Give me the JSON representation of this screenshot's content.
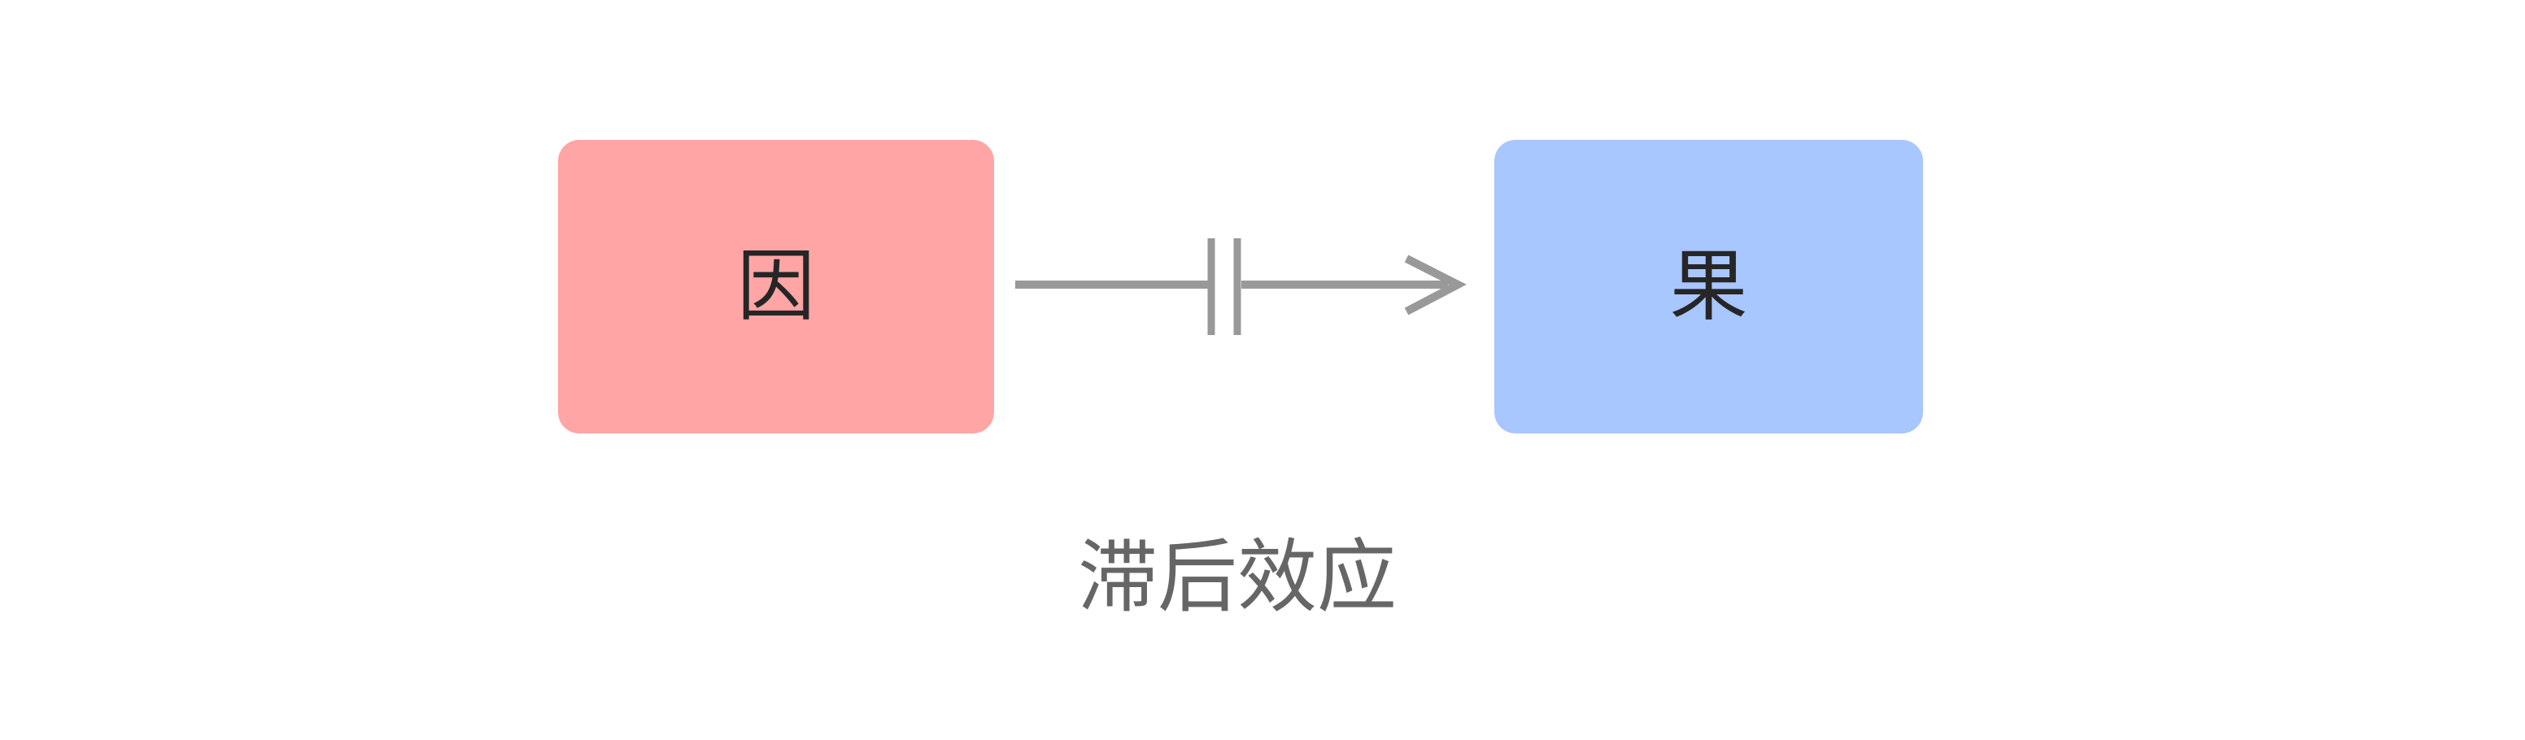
{
  "diagram": {
    "background": "#FFFFFF",
    "nodes": [
      {
        "id": "cause",
        "label": "因",
        "fill": "#FFA5A5",
        "text_color": "#262626"
      },
      {
        "id": "effect",
        "label": "果",
        "fill": "#A8C6FF",
        "text_color": "#262626"
      }
    ],
    "edge": {
      "from": "cause",
      "to": "effect",
      "label": "滞后效应",
      "label_color": "#666666",
      "stroke_color": "#999999",
      "symbol": "delay-mark",
      "arrowhead": "open-chevron"
    }
  }
}
